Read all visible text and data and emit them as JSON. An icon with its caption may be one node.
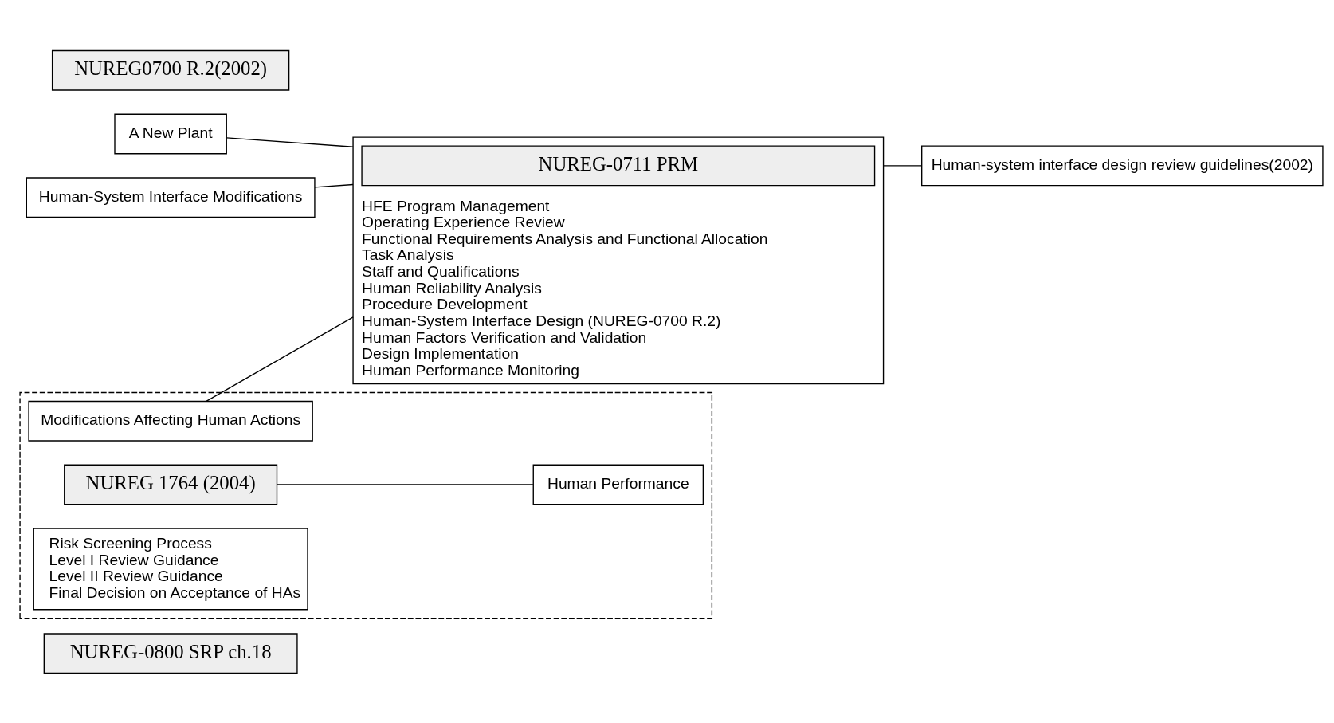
{
  "diagram": {
    "nodes": [
      {
        "text": [
          "NUREG-0800 SRP ch.18"
        ]
      },
      {
        "text": [
          "A New Plant"
        ]
      },
      {
        "text": [
          "Human-System Interface Modifications"
        ]
      },
      {
        "text": [],
        "shape": "box"
      },
      {
        "text": [
          "Modifications Affecting Human Actions"
        ],
        "in": 3
      },
      {
        "text": [
          "NUREG 1764 (2004)"
        ],
        "in": 3
      },
      {
        "text": [
          "Human Performance"
        ],
        "in": 3
      },
      {
        "text": [
          "Risk Screening Process",
          "Level I Review Guidance",
          "Level II Review Guidance",
          "Final Decision on Acceptance of HAs"
        ],
        "in": 3
      },
      {
        "text": [
          "HFE Program Management",
          "Operating Experience Review",
          "Functional Requirements Analysis and Functional Allocation",
          "Task Analysis",
          "Staff and Qualifications",
          "Human Reliability Analysis",
          "Procedure Development",
          "Human-System Interface Design (NUREG-0700 R.2)",
          "Human Factors Verification and Validation",
          "Design Implementation",
          "Human Performance Monitoring"
        ]
      },
      {
        "text": [
          "NUREG-0711 PRM"
        ],
        "in": 8
      },
      {
        "text": [
          "Human-system interface design review guidelines(2002)"
        ]
      },
      {
        "text": [
          "NUREG0700 R.2(2002)"
        ]
      }
    ],
    "edges": [
      {
        "from": 1,
        "to": 8,
        "arrow": "none"
      },
      {
        "from": 2,
        "to": 8,
        "arrow": "none"
      },
      {
        "from": 4,
        "to": 8,
        "arrow": "none"
      },
      {
        "from": 5,
        "to": 6,
        "arrow": "none"
      },
      {
        "from": 8,
        "to": 10,
        "arrow": "none"
      }
    ]
  }
}
